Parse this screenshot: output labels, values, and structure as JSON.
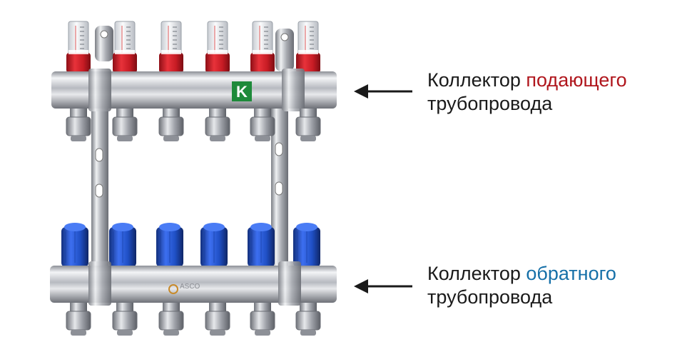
{
  "image": {
    "description": "Photograph of a chrome heating manifold with flowmeters on the top supply bar and blue valve caps on the bottom return bar"
  },
  "labels": {
    "supply": {
      "prefix": "Коллектор ",
      "highlight": "подающего",
      "suffix": "трубопровода",
      "highlight_color": "#b0161d"
    },
    "return": {
      "prefix": "Коллектор ",
      "highlight": "обратного",
      "suffix": "трубопровода",
      "highlight_color": "#1670a8"
    }
  },
  "logos": {
    "supply_badge_letter": "K",
    "return_brand": "ASCO"
  },
  "colors": {
    "chrome": "#c9ccd2",
    "red_cap": "#d4202a",
    "blue_cap": "#1f4fc4",
    "badge_green": "#1e8a3a"
  }
}
